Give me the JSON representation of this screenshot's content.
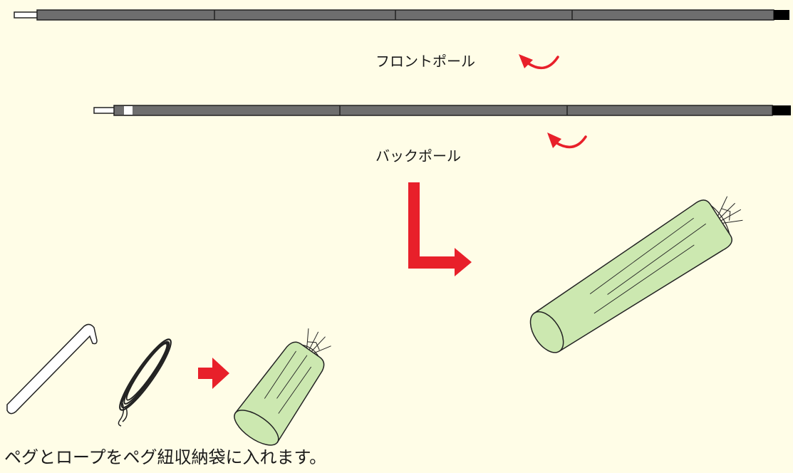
{
  "labels": {
    "front_pole": "フロントポール",
    "back_pole": "バックポール",
    "caption": "ペグとロープをペグ紐収納袋に入れます。"
  },
  "icons": {
    "front_pole": "pole-icon",
    "back_pole": "pole-icon",
    "rotate_front": "curved-arrow-icon",
    "rotate_back": "curved-arrow-icon",
    "elbow_arrow": "down-right-arrow-icon",
    "peg": "peg-icon",
    "rope": "rope-coil-icon",
    "small_arrow": "right-arrow-icon",
    "small_bag": "peg-bag-icon",
    "large_bag": "pole-bag-icon"
  },
  "colors": {
    "background": "#fffde7",
    "pole": "#6e6e6e",
    "arrow": "#e8202a",
    "bag": "#cce8b0",
    "text": "#1a1a1a"
  }
}
